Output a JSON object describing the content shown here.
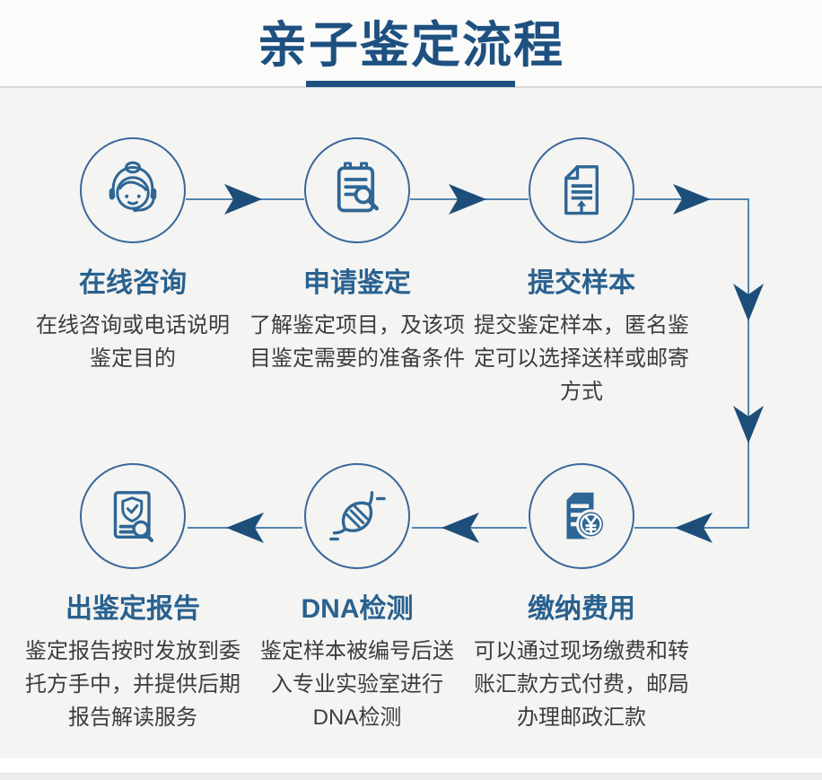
{
  "header": {
    "title": "亲子鉴定流程"
  },
  "steps": [
    {
      "title": "在线咨询",
      "icon": "customer-service-icon",
      "desc": [
        "在线咨询或电话说明",
        "鉴定目的"
      ]
    },
    {
      "title": "申请鉴定",
      "icon": "clipboard-search-icon",
      "desc": [
        "了解鉴定项目，及该项",
        "目鉴定需要的准备条件"
      ]
    },
    {
      "title": "提交样本",
      "icon": "document-upload-icon",
      "desc": [
        "提交鉴定样本，匿名鉴",
        "定可以选择送样或邮寄",
        "方式"
      ]
    },
    {
      "title": "缴纳费用",
      "icon": "payment-receipt-icon",
      "desc": [
        "可以通过现场缴费和转",
        "账汇款方式付费，邮局",
        "办理邮政汇款"
      ]
    },
    {
      "title": "DNA检测",
      "icon": "dna-icon",
      "desc": [
        "鉴定样本被编号后送",
        "入专业实验室进行",
        "DNA检测"
      ]
    },
    {
      "title": "出鉴定报告",
      "icon": "report-check-icon",
      "desc": [
        "鉴定报告按时发放到委",
        "托方手中，并提供后期",
        "报告解读服务"
      ]
    }
  ],
  "colors": {
    "title_color": "#1e5180",
    "step_title_color": "#29618f",
    "body_color": "#3d3d3d",
    "icon_color": "#2e6695",
    "line_color": "#5585b0",
    "accent_dark": "#1d4e79",
    "bg": "#f4f4f2"
  }
}
